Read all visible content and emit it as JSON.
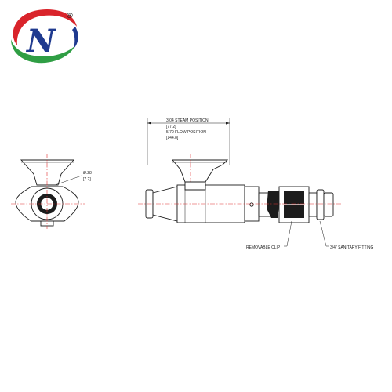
{
  "logo": {
    "letter": "N",
    "mark": "®",
    "colors": {
      "red": "#d9242b",
      "green": "#2f9e44",
      "navy": "#1f3a8f"
    }
  },
  "drawing": {
    "side_view": {
      "dimension_steam": "3.04  STEAM POSITION",
      "dimension_steam_mm": "[77.2]",
      "dimension_flow": "5.70 FLOW POSITION",
      "dimension_flow_mm": "[144.8]",
      "callout_clip": "REMOVABLE CLIP",
      "callout_fitting": "3/4\" SANITARY FITTING"
    },
    "end_view": {
      "diameter": "Ø.28",
      "diameter_mm": "[7.2]"
    },
    "line_color": "#1c1c1c",
    "centerline_color": "#e03030"
  }
}
